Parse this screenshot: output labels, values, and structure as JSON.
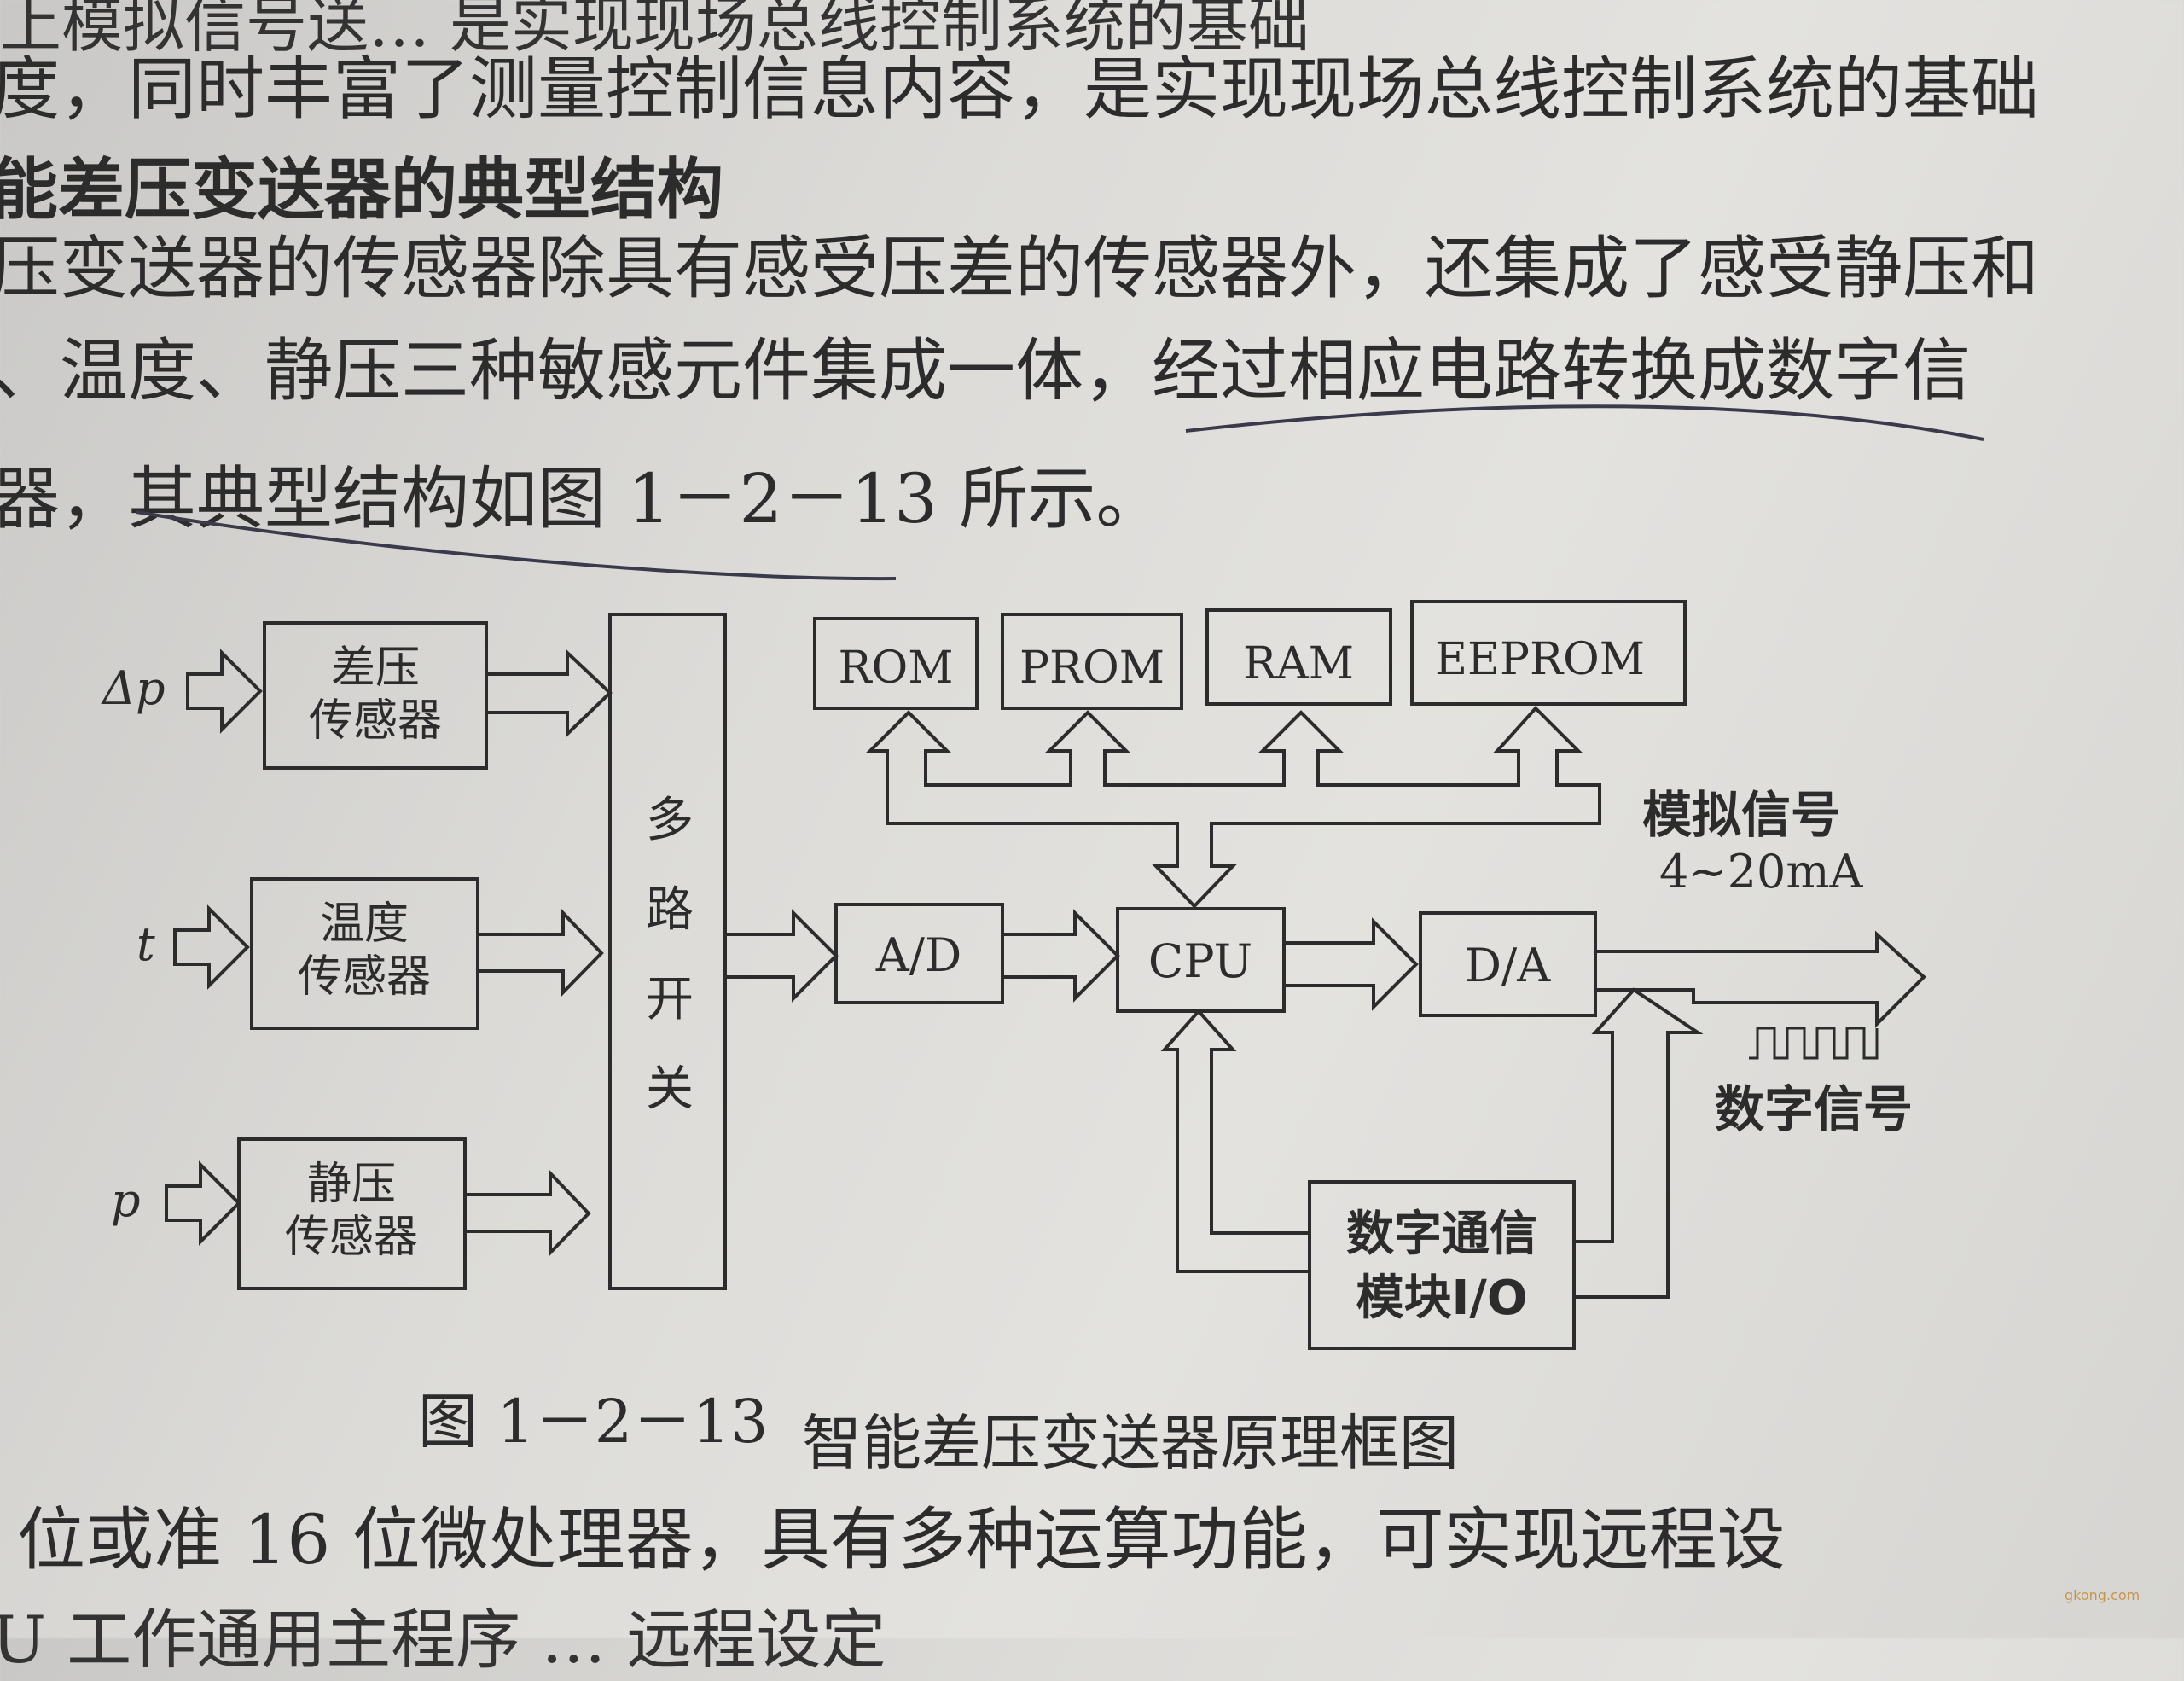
{
  "text": {
    "line_top": "上模拟信号送… 是实现现场总线控制系统的基础",
    "line_1": "度，同时丰富了测量控制信息内容，是实现现场总线控制系统的基础",
    "heading": "能差压变送器的典型结构",
    "line_3": "压变送器的传感器除具有感受压差的传感器外，还集成了感受静压和",
    "line_4": "、温度、静压三种敏感元件集成一体，经过相应电路转换成数字信",
    "line_5": "器，其典型结构如图 1－2－13 所示。",
    "line_6": "位或准 16 位微处理器，具有多种运算功能，可实现远程设",
    "line_7": "U 工作通用主程序 … 远程设定"
  },
  "diagram": {
    "input_labels": [
      "Δp",
      "t",
      "p"
    ],
    "sensors": [
      [
        "差压",
        "传感器"
      ],
      [
        "温度",
        "传感器"
      ],
      [
        "静压",
        "传感器"
      ]
    ],
    "mux_label": [
      "多",
      "路",
      "开",
      "关"
    ],
    "memory": [
      "ROM",
      "PROM",
      "RAM",
      "EEPROM"
    ],
    "ad": "A/D",
    "cpu": "CPU",
    "da": "D/A",
    "analog_signal": "模拟信号",
    "analog_range": "4~20mA",
    "digital_signal": "数字信号",
    "comm_module": [
      "数字通信",
      "模块I/O"
    ],
    "caption_number": "图 1－2－13",
    "caption_title": "智能差压变送器原理框图"
  },
  "watermark": "gkong.com",
  "colors": {
    "ink": "#2c2c2c",
    "paper": "#dddcd9",
    "pen": "#3a3a4a"
  }
}
